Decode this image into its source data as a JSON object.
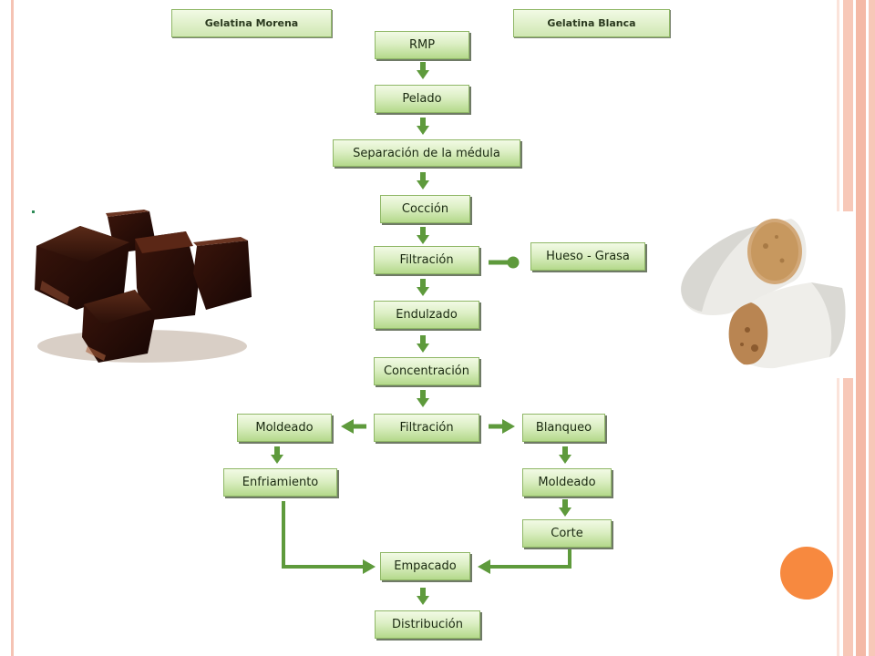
{
  "headers": {
    "dark_gelatin": "Gelatina Morena",
    "white_gelatin": "Gelatina Blanca"
  },
  "steps": {
    "rmp": "RMP",
    "pelado": "Pelado",
    "separacion": "Separación de la médula",
    "coccion": "Cocción",
    "filtracion1": "Filtración",
    "hueso_grasa": "Hueso - Grasa",
    "endulzado": "Endulzado",
    "concentracion": "Concentración",
    "filtracion2": "Filtración",
    "moldeado_izq": "Moldeado",
    "enfriamiento": "Enfriamiento",
    "blanqueo": "Blanqueo",
    "moldeado_der": "Moldeado",
    "corte": "Corte",
    "empacado": "Empacado",
    "distribucion": "Distribución"
  },
  "images": {
    "left": "dark-gelatin-cubes",
    "right": "white-gelatin-bars"
  },
  "colors": {
    "box_fill_top": "#f2fae5",
    "box_fill_bottom": "#b4d98b",
    "box_border": "#8fb766",
    "arrow": "#5e9a3c",
    "accent_dot": "#f7893f",
    "border_band": "#f7c8b8"
  }
}
